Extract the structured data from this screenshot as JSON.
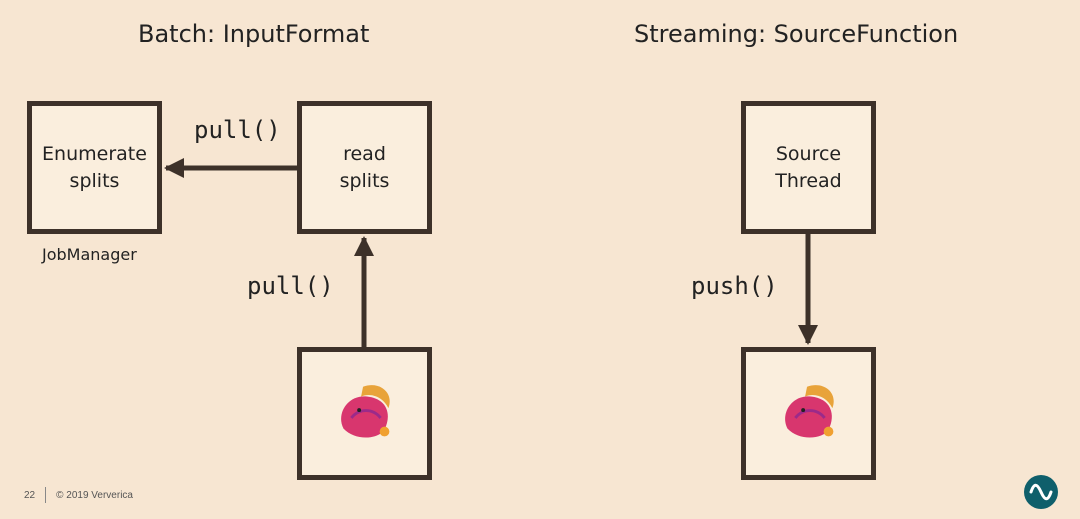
{
  "slide": {
    "batch_title": "Batch: InputFormat",
    "stream_title": "Streaming: SourceFunction",
    "enumerate_box": "Enumerate\nsplits",
    "read_box": "read\nsplits",
    "source_box": "Source\nThread",
    "jobmanager_label": "JobManager",
    "pull_label_top": "pull()",
    "pull_label_mid": "pull()",
    "push_label": "push()",
    "page_number": "22",
    "copyright": "© 2019 Ververica"
  },
  "colors": {
    "background": "#f7e6d2",
    "box_border": "#3d3129",
    "arrow": "#3d3129",
    "logo": "#0f5f6b"
  }
}
